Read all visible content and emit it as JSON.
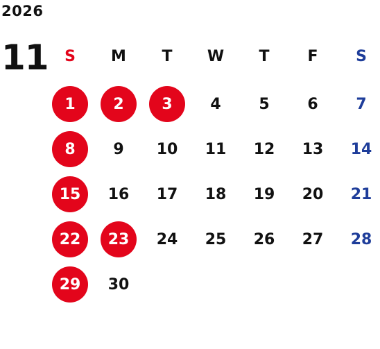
{
  "year": "2026",
  "month": "11",
  "colors": {
    "holiday_bg": "#e3051b",
    "sunday_header": "#e3051b",
    "saturday": "#1e3d9a",
    "text": "#111111"
  },
  "weekdays": [
    "S",
    "M",
    "T",
    "W",
    "T",
    "F",
    "S"
  ],
  "weeks": [
    [
      {
        "day": "1",
        "holiday": true
      },
      {
        "day": "2",
        "holiday": true
      },
      {
        "day": "3",
        "holiday": true
      },
      {
        "day": "4"
      },
      {
        "day": "5"
      },
      {
        "day": "6"
      },
      {
        "day": "7"
      }
    ],
    [
      {
        "day": "8",
        "holiday": true
      },
      {
        "day": "9"
      },
      {
        "day": "10"
      },
      {
        "day": "11"
      },
      {
        "day": "12"
      },
      {
        "day": "13"
      },
      {
        "day": "14"
      }
    ],
    [
      {
        "day": "15",
        "holiday": true
      },
      {
        "day": "16"
      },
      {
        "day": "17"
      },
      {
        "day": "18"
      },
      {
        "day": "19"
      },
      {
        "day": "20"
      },
      {
        "day": "21"
      }
    ],
    [
      {
        "day": "22",
        "holiday": true
      },
      {
        "day": "23",
        "holiday": true
      },
      {
        "day": "24"
      },
      {
        "day": "25"
      },
      {
        "day": "26"
      },
      {
        "day": "27"
      },
      {
        "day": "28"
      }
    ],
    [
      {
        "day": "29",
        "holiday": true
      },
      {
        "day": "30"
      },
      null,
      null,
      null,
      null,
      null
    ]
  ]
}
